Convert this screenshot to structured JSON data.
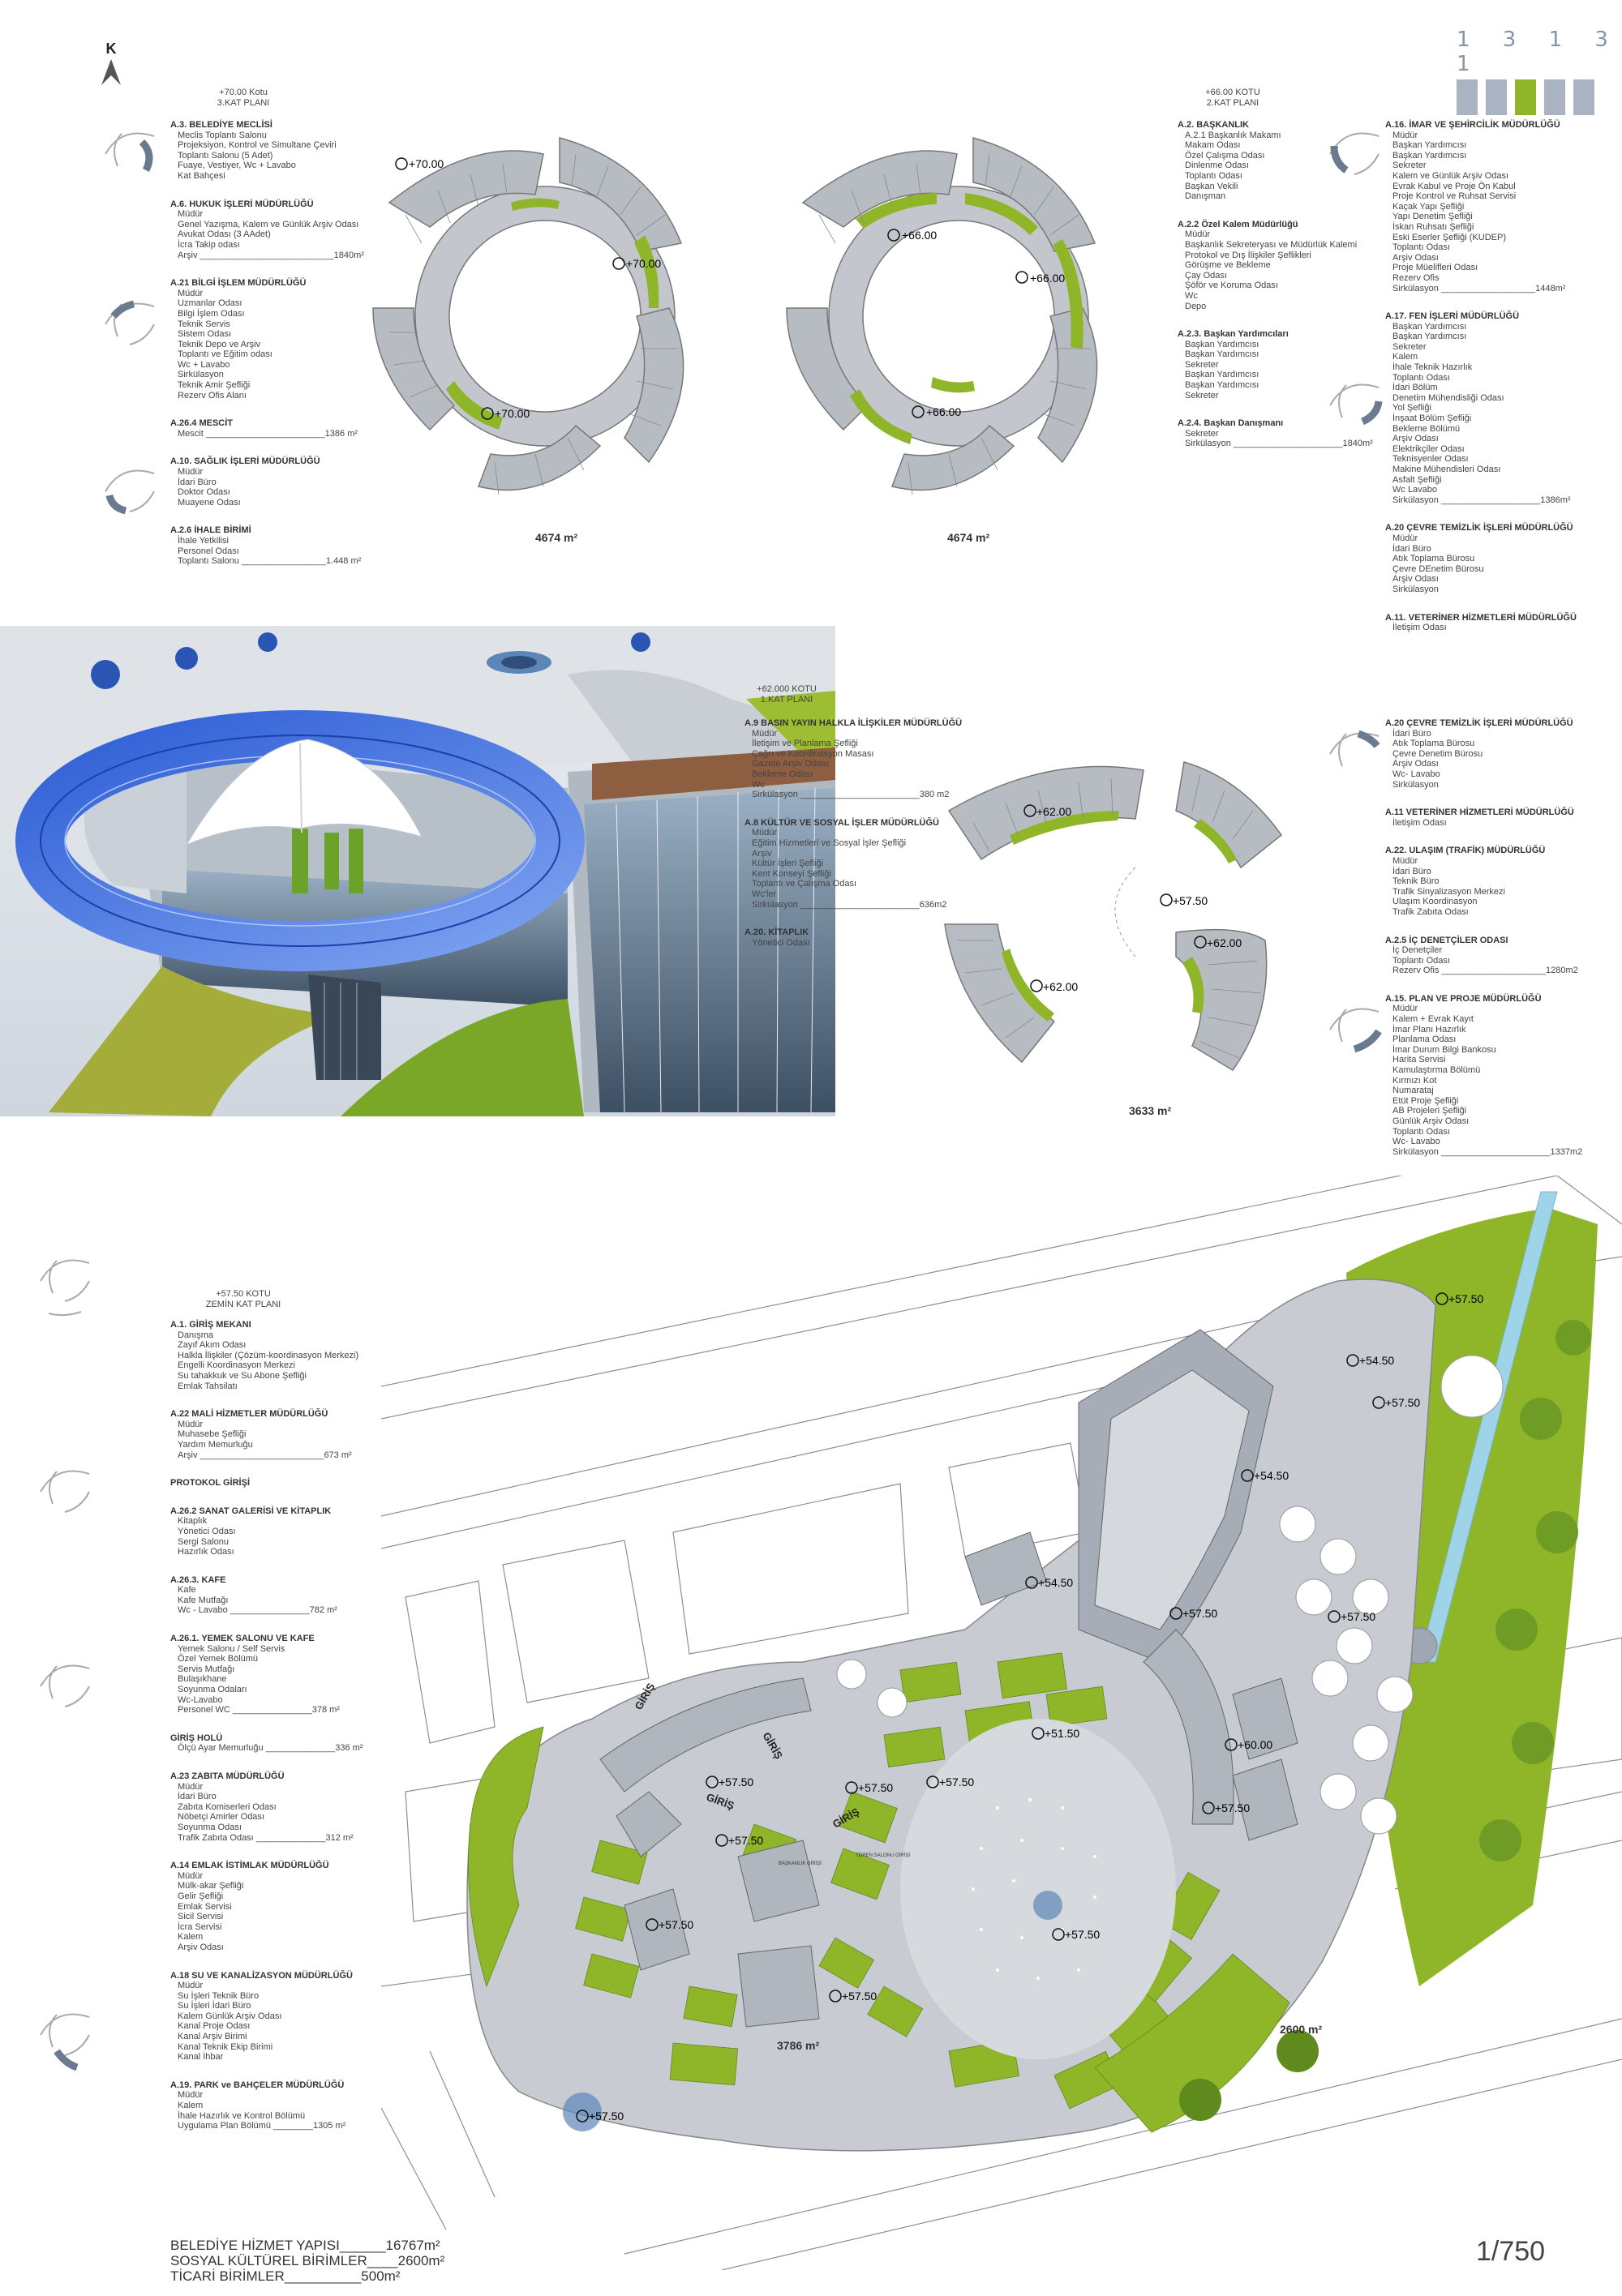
{
  "header": {
    "north": "K",
    "sheet_code": "1 3 1 3 1",
    "code_colors": [
      "#a9b3c1",
      "#a9b3c1",
      "#8fb529",
      "#a9b3c1",
      "#a9b3c1"
    ]
  },
  "plan3": {
    "title_line1": "+70.00 Kotu",
    "title_line2": "3.KAT PLANI",
    "area": "4674 m²",
    "elevations": [
      "+70.00",
      "+70.00",
      "+70.00"
    ]
  },
  "plan2": {
    "title_line1": "+66.00 KOTU",
    "title_line2": "2.KAT PLANI",
    "area": "4674 m²",
    "elevations": [
      "+66.00",
      "+66.00",
      "+66.00"
    ]
  },
  "plan1": {
    "title_line1": "+62.000 KOTU",
    "title_line2": "1.KAT PLANI",
    "area": "3633 m²",
    "elevations": [
      "+62.00",
      "+57.50",
      "+62.00",
      "+62.00"
    ]
  },
  "ground": {
    "title_line1": "+57.50 KOTU",
    "title_line2": "ZEMİN KAT PLANI",
    "areas": [
      "3786 m²",
      "2600 m²"
    ],
    "elevations": [
      "+57.50",
      "+54.50",
      "+57.50",
      "+54.50",
      "+57.50",
      "+57.50",
      "+54.50",
      "+51.50",
      "+57.50",
      "+60.00",
      "+57.50",
      "+57.50",
      "+57.50",
      "+57.50",
      "+57.50",
      "+57.50",
      "+57.50",
      "+57.50"
    ],
    "entries": [
      "GİRİŞ",
      "GİRİŞ",
      "GİRİŞ",
      "GİRİŞ"
    ],
    "small_labels": [
      "BAŞKANLIK GİRİŞİ",
      "TÖREN SALONU GİRİŞİ"
    ]
  },
  "col1": [
    {
      "h": "A.3.   BELEDİYE MECLİSİ",
      "items": [
        "Meclis Toplantı Salonu",
        "Projeksiyon, Kontrol ve Simultane Çeviri",
        "Toplantı Salonu (5 Adet)",
        "Fuaye, Vestiyer, Wc + Lavabo",
        "Kat Bahçesi"
      ]
    },
    {
      "h": "A.6. HUKUK İŞLERİ MÜDÜRLÜĞÜ",
      "items": [
        "Müdür",
        "Genel Yazışma, Kalem ve Günlük Arşiv Odası",
        "Avukat Odası (3 AAdet)",
        "İcra Takip odası",
        "Arşiv ___________________________1840m²"
      ]
    },
    {
      "h": "A.21  BİLGİ İŞLEM MÜDÜRLÜĞÜ",
      "items": [
        "Müdür",
        "Uzmanlar Odası",
        "Bilgi İşlem Odası",
        "Teknik Servis",
        "Sistem Odası",
        "Teknik Depo ve Arşiv",
        "Toplantı ve Eğitim odası",
        "Wc + Lavabo",
        "Sirkülasyon",
        "Teknik Amir Şefliği",
        "Rezerv Ofis Alanı"
      ]
    },
    {
      "h": "A.26.4  MESCİT",
      "items": [
        "Mescit ________________________1386  m²"
      ]
    },
    {
      "h": "A.10. SAĞLIK İŞLERİ MÜDÜRLÜĞÜ",
      "items": [
        "Müdür",
        "İdari Büro",
        "Doktor Odası",
        "Muayene Odası"
      ]
    },
    {
      "h": "A.2.6 İHALE  BİRİMİ",
      "items": [
        "İhale Yetkilisi",
        "Personel Odası",
        "Toplantı Salonu _________________1.448 m²"
      ]
    }
  ],
  "col2": [
    {
      "h": "A.2. BAŞKANLIK",
      "items": [
        "A.2.1 Başkanlık Makamı",
        "Makam Odası",
        "Özel Çalışma Odası",
        "Dinlenme Odası",
        "Toplantı Odası",
        "Başkan Vekili",
        "Danışman"
      ]
    },
    {
      "h": "A.2.2  Özel Kalem Müdürlüğü",
      "items": [
        "Müdür",
        "Başkanlık Sekreteryası ve Müdürlük Kalemi",
        "Protokol ve Dış İlişkiler Şeflikleri",
        "Görüşme ve Bekleme",
        "Çay Odası",
        "Şöför ve  Koruma Odası",
        "Wc",
        "Depo"
      ]
    },
    {
      "h": "A.2.3. Başkan Yardımcıları",
      "items": [
        "Başkan Yardımcısı",
        "Başkan Yardımcısı",
        "Sekreter",
        "Başkan Yardımcısı",
        "Başkan Yardımcısı",
        "Sekreter"
      ]
    },
    {
      "h": "A.2.4. Başkan Danışmanı",
      "items": [
        "Sekreter",
        "Sirkülasyon ______________________1840m²"
      ]
    }
  ],
  "col3": [
    {
      "h": "A.16. İMAR VE ŞEHİRCİLİK MÜDÜRLÜĞÜ",
      "items": [
        "Müdür",
        "Başkan Yardımcısı",
        "Başkan Yardımcısı",
        "Sekreter",
        "Kalem ve Günlük Arşiv Odası",
        "Evrak Kabul ve Proje Ön Kabul",
        "Proje Kontrol ve Ruhsat Servisi",
        "Kaçak Yapı Şefliği",
        "Yapı Denetim Şefliği",
        "İskan Ruhsatı Şefliği",
        "Eski Eserler Şefliği (KUDEP)",
        "Toplantı Odası",
        "Arşiv Odası",
        "Proje Müelifleri Odası",
        "Rezerv Ofis",
        "Sirkülasyon ___________________1448m²"
      ]
    },
    {
      "h": "A.17. FEN İŞLERİ MÜDÜRLÜĞÜ",
      "items": [
        "Başkan Yardımcısı",
        "Başkan Yardımcısı",
        "Sekreter",
        "Kalem",
        "İhale Teknik Hazırlık",
        "Toplantı Odası",
        "İdari Bölüm",
        "Denetim Mühendisliği Odası",
        "Yol Şefliği",
        "İnşaat Bölüm Şefliği",
        "Bekleme Bölümü",
        "Arşiv Odası",
        "Elektrikçiler Odası",
        "Teknisyenler Odası",
        "Makine Mühendisleri Odası",
        "Asfalt Şefliği",
        "Wc Lavabo",
        "Sirkülasyon ____________________1386m²"
      ]
    },
    {
      "h": "A.20  ÇEVRE TEMİZLİK İŞLERİ MÜDÜRLÜĞÜ",
      "items": [
        "Müdür",
        "İdari Büro",
        "Atık Toplama Bürosu",
        "Çevre DEnetim Bürosu",
        "Arşiv Odası",
        "Sirkülasyon"
      ]
    },
    {
      "h": "A.11. VETERİNER HİZMETLERİ MÜDÜRLÜĞÜ",
      "items": [
        "İletişim Odası"
      ]
    }
  ],
  "col4": [
    {
      "h": "A.9 BASIN YAYIN HALKLA İLİŞKİLER MÜDÜRLÜĞÜ",
      "items": [
        "Müdür",
        "İletişim ve Planlama Şefliği",
        "Çağrı ve Koordinasyon Masası",
        "Gazete Arşiv Odası",
        "Bekleme Odası",
        "Wc",
        "Sirkülasyon ________________________380 m2"
      ]
    },
    {
      "h": "A.8  KÜLTÜR VE SOSYAL İŞLER MÜDÜRLÜĞÜ",
      "items": [
        "Müdür",
        "Eğitim Hizmetleri ve Sosyal İşler Şefliği",
        "Arşiv",
        "Kültür İşleri Şefliği",
        "Kent Konseyi Şefliği",
        "Toplantı ve Çalışma Odası",
        "Wc'ler",
        "Sirkülasyon ________________________636m2"
      ]
    },
    {
      "h": "A.20. KİTAPLIK",
      "items": [
        "Yönetici Odası"
      ]
    }
  ],
  "col5": [
    {
      "h": "A.20  ÇEVRE TEMİZLİK İŞLERİ MÜDÜRLÜĞÜ",
      "items": [
        "İdari Büro",
        "Atık Toplama Bürosu",
        "Çevre Denetim Bürosu",
        "Arşiv Odası",
        "Wc- Lavabo",
        "Sirkülasyon"
      ]
    },
    {
      "h": "A.11  VETERİNER HİZMETLERİ MÜDÜRLÜĞÜ",
      "items": [
        "İletişim Odası"
      ]
    },
    {
      "h": "A.22. ULAŞIM (TRAFİK) MÜDÜRLÜĞÜ",
      "items": [
        "Müdür",
        "İdari Büro",
        "Teknik Büro",
        "Trafik Sinyalizasyon Merkezi",
        "Ulaşım Koordinasyon",
        "Trafik Zabıta Odası"
      ]
    },
    {
      "h": "A.2.5 İÇ DENETÇİLER ODASI",
      "items": [
        "İç Denetçiler",
        "Toplantı Odası",
        "Rezerv Ofis _____________________1280m2"
      ]
    },
    {
      "h": "A.15. PLAN VE PROJE MÜDÜRLÜĞÜ",
      "items": [
        "Müdür",
        "Kalem + Evrak Kayıt",
        "İmar Planı Hazırlık",
        "Planlama Odası",
        "İmar Durum Bilgi Bankosu",
        "Harita Servisi",
        "Kamulaştırma Bölümü",
        "Kırmızı Kot",
        "Numarataj",
        "Etüt Proje Şefliği",
        "AB Projeleri Şefliği",
        "Günlük Arşiv Odası",
        "Toplantı Odası",
        "Wc- Lavabo",
        "Sirkülasyon ______________________1337m2"
      ]
    }
  ],
  "col6": [
    {
      "h": "A.1.   GİRİŞ MEKANI",
      "items": [
        "Danışma",
        "Zayıf Akım Odası",
        "Halkla İlişkiler (Çözüm-koordinasyon Merkezi)",
        "Engelli Koordinasyon Merkezi",
        "Su tahakkuk ve Su Abone Şefliği",
        "Emlak Tahsilatı"
      ]
    },
    {
      "h": "A.22  MALİ HİZMETLER MÜDÜRLÜĞÜ",
      "items": [
        "Müdür",
        "Muhasebe Şefliği",
        "Yardım Memurluğu",
        "Arşiv _________________________673 m²"
      ]
    },
    {
      "h": "PROTOKOL GİRİŞİ",
      "items": []
    },
    {
      "h": "A.26.2  SANAT GALERİSİ VE KİTAPLIK",
      "items": [
        "Kitaplık",
        "Yönetici Odası",
        "Sergi Salonu",
        "Hazırlık Odası"
      ]
    },
    {
      "h": "A.26.3. KAFE",
      "items": [
        "Kafe",
        "Kafe Mutfağı",
        "Wc - Lavabo ________________782 m²"
      ]
    },
    {
      "h": "A.26.1. YEMEK SALONU VE KAFE",
      "items": [
        "Yemek Salonu / Self Servis",
        "Özel Yemek Bölümü",
        "Servis Mutfağı",
        "Bulaşıkhane",
        "Soyunma Odaları",
        "Wc-Lavabo",
        "Personel WC ________________378 m²"
      ]
    },
    {
      "h": "GİRİŞ HOLÜ",
      "items": [
        "Ölçü Ayar Memurluğu ______________336 m²"
      ]
    },
    {
      "h": "A.23  ZABITA MÜDÜRLÜĞÜ",
      "items": [
        "Müdür",
        "İdari Büro",
        "Zabıta Komiserleri Odası",
        "Nöbetçi Amirler Odası",
        "Soyunma Odası",
        "Trafik Zabıta Odası ______________312 m²"
      ]
    },
    {
      "h": "A.14    EMLAK İSTİMLAK MÜDÜRLÜĞÜ",
      "items": [
        "Müdür",
        "Mülk-akar Şefliği",
        "Gelir Şefliği",
        "Emlak Servisi",
        "Sicil Servisi",
        "İcra Servisi",
        "Kalem",
        "Arşiv Odası"
      ]
    },
    {
      "h": "A.18    SU VE KANALİZASYON MÜDÜRLÜĞÜ",
      "items": [
        "Müdür",
        "Su İşleri Teknik Büro",
        "Su İşleri İdari Büro",
        "Kalem Günlük Arşiv Odası",
        "Kanal Proje Odası",
        "Kanal Arşiv Birimi",
        "Kanal Teknik Ekip Birimi",
        "Kanal İhbar"
      ]
    },
    {
      "h": "A.19. PARK ve BAHÇELER MÜDÜRLÜĞÜ",
      "items": [
        "Müdür",
        "Kalem",
        "İhale Hazırlık ve Kontrol Bölümü",
        "Uygulama Plan Bölümü ________1305 m²"
      ]
    }
  ],
  "totals": {
    "line1": "BELEDİYE HİZMET YAPISI______16767m²",
    "line2": "SOSYAL KÜLTÜREL BİRİMLER____2600m²",
    "line3": "TİCARİ BİRİMLER__________500m²"
  },
  "scale": "1/750",
  "colors": {
    "plan_gray": "#b7bcc3",
    "plan_dark": "#8e959f",
    "green": "#8fb529",
    "dark_green": "#5f8a1d",
    "glass_blue": "#3a67d8",
    "water": "#9fd3e8"
  }
}
